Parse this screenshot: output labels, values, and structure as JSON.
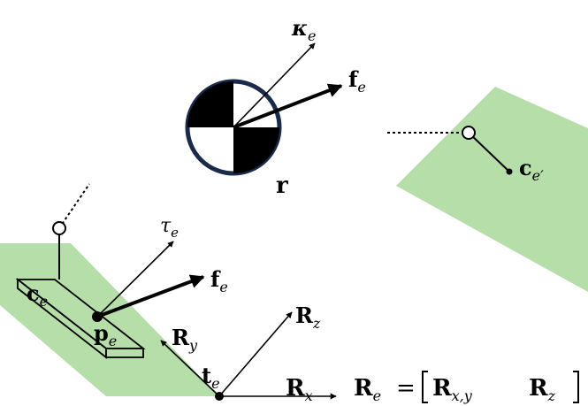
{
  "colors": {
    "surface_green": "#b5dea8",
    "rim_navy": "#1a2a4a",
    "ink": "#000000",
    "background": "#ffffff"
  },
  "labels": {
    "kappa_main": "κ",
    "kappa_sub": "e",
    "f_top_main": "f",
    "f_top_sub": "e",
    "r": "r",
    "c_prime_main": "c",
    "c_prime_sub": "e′",
    "tau_main": "τ",
    "tau_sub": "e",
    "f_low_main": "f",
    "f_low_sub": "e",
    "c_main": "c",
    "c_sub": "e",
    "p_main": "p",
    "p_sub": "e",
    "Ry_main": "R",
    "Ry_sub": "y",
    "Rz_main": "R",
    "Rz_sub": "z",
    "t_main": "t",
    "t_sub": "e",
    "Rx_main": "R",
    "Rx_sub": "x",
    "eq_lhs_main": "R",
    "eq_lhs_sub": "e",
    "eq_equals": "=",
    "eq_m1_main": "R",
    "eq_m1_sub": "x,y",
    "eq_m2_main": "R",
    "eq_m2_sub": "z"
  }
}
